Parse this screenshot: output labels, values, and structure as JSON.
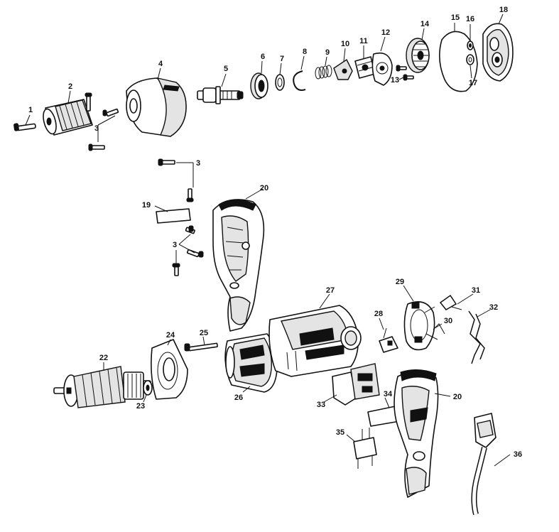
{
  "labels": {
    "p1": "1",
    "p2": "2",
    "p3a": "3",
    "p3b": "3",
    "p3c": "3",
    "p4": "4",
    "p5": "5",
    "p6": "6",
    "p7": "7",
    "p8": "8",
    "p9": "9",
    "p10": "10",
    "p11": "11",
    "p12": "12",
    "p13": "13",
    "p14": "14",
    "p15": "15",
    "p16": "16",
    "p17": "17",
    "p18": "18",
    "p19": "19",
    "p20a": "20",
    "p20b": "20",
    "p22": "22",
    "p23": "23",
    "p24": "24",
    "p25": "25",
    "p26": "26",
    "p27": "27",
    "p28": "28",
    "p29": "29",
    "p30": "30",
    "p31": "31",
    "p32": "32",
    "p33": "33",
    "p34": "34",
    "p35": "35",
    "p36": "36"
  }
}
